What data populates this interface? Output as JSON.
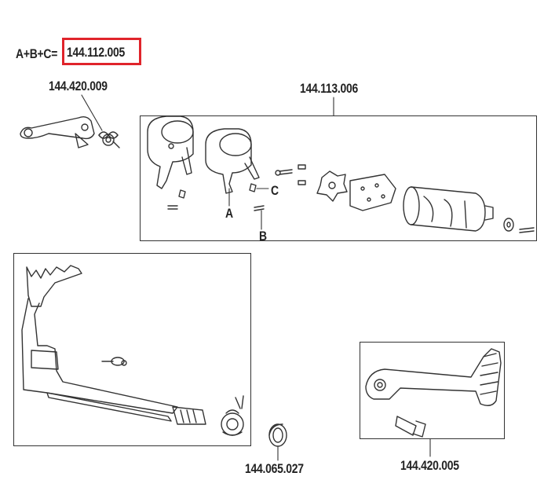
{
  "formula": {
    "prefix": "A+B+C=",
    "kit_number": "144.112.005"
  },
  "parts": {
    "shift_arm": "144.420.009",
    "shift_drum_assembly": "144.113.006",
    "shift_shaft": "144.065.027",
    "kick_lever": "144.420.005"
  },
  "callouts": {
    "a": "A",
    "b": "B",
    "c": "C"
  },
  "colors": {
    "highlight": "#e0242b",
    "line": "#333333"
  }
}
